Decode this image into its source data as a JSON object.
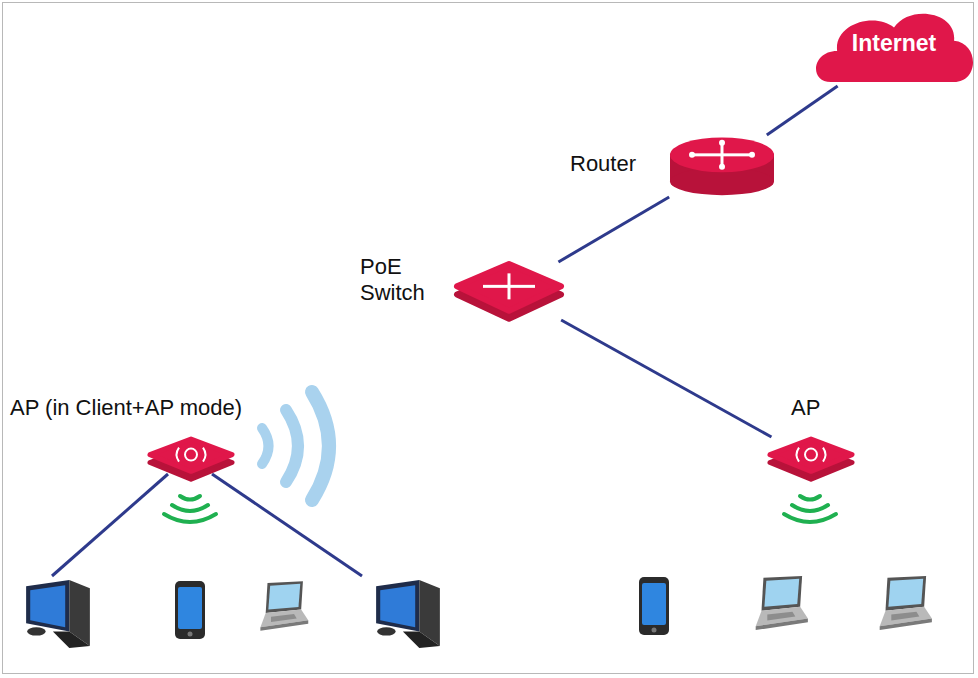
{
  "diagram": {
    "nodes": [
      {
        "text": [
          "Internet"
        ]
      },
      {
        "text": [
          "Router"
        ]
      },
      {
        "text": [
          "PoE Switch"
        ]
      },
      {
        "text": [
          "AP (in Client+AP mode)"
        ]
      },
      {
        "text": [
          "AP"
        ]
      }
    ],
    "edges": [
      {
        "from": 0,
        "to": 1,
        "arrow": "none"
      },
      {
        "from": 1,
        "to": 2,
        "arrow": "none"
      },
      {
        "from": 2,
        "to": 4,
        "arrow": "none"
      }
    ]
  }
}
